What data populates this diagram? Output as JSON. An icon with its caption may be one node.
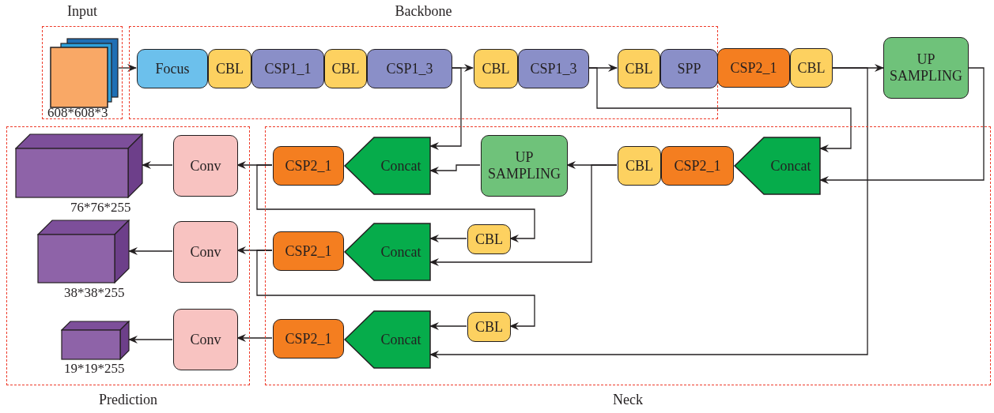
{
  "diagram": {
    "nodes": [
      {
        "text": [
          "Input"
        ]
      },
      {
        "text": [],
        "shape": "box",
        "in": 0,
        "beside": [
          "608*608*3"
        ]
      },
      {
        "text": [
          "Backbone"
        ]
      },
      {
        "text": [
          "Focus"
        ],
        "in": 2
      },
      {
        "text": [
          "CBL"
        ],
        "in": 2
      },
      {
        "text": [
          "CSP1_1"
        ],
        "in": 2
      },
      {
        "text": [
          "CBL"
        ],
        "in": 2
      },
      {
        "text": [
          "CSP1_3"
        ],
        "in": 2
      },
      {
        "text": [
          "CBL"
        ],
        "in": 2
      },
      {
        "text": [
          "CSP1_3"
        ],
        "in": 2
      },
      {
        "text": [
          "CBL"
        ],
        "in": 2
      },
      {
        "text": [
          "SPP"
        ],
        "in": 2
      },
      {
        "text": [
          "CSP2_1"
        ]
      },
      {
        "text": [
          "CBL"
        ]
      },
      {
        "text": [
          "UP SAMPLING"
        ]
      },
      {
        "text": [
          "Prediction"
        ]
      },
      {
        "text": [],
        "shape": "box",
        "in": 15,
        "beside": [
          "76*76*255"
        ]
      },
      {
        "text": [
          "Conv"
        ],
        "in": 15
      },
      {
        "text": [],
        "shape": "box",
        "in": 15,
        "beside": [
          "38*38*255"
        ]
      },
      {
        "text": [
          "Conv"
        ],
        "in": 15
      },
      {
        "text": [],
        "shape": "box",
        "in": 15,
        "beside": [
          "19*19*255"
        ]
      },
      {
        "text": [
          "Conv"
        ],
        "in": 15
      },
      {
        "text": [
          "Neck"
        ]
      },
      {
        "text": [
          "CSP2_1"
        ],
        "in": 22
      },
      {
        "text": [
          "Concat"
        ],
        "in": 22
      },
      {
        "text": [
          "UP SAMPLING"
        ],
        "in": 22
      },
      {
        "text": [
          "CBL"
        ],
        "in": 22
      },
      {
        "text": [
          "CSP2_1"
        ],
        "in": 22
      },
      {
        "text": [
          "Concat"
        ],
        "in": 22
      },
      {
        "text": [
          "CSP2_1"
        ],
        "in": 22
      },
      {
        "text": [
          "Concat"
        ],
        "in": 22
      },
      {
        "text": [
          "CBL"
        ],
        "in": 22
      },
      {
        "text": [
          "CSP2_1"
        ],
        "in": 22
      },
      {
        "text": [
          "Concat"
        ],
        "in": 22
      },
      {
        "text": [
          "CBL"
        ],
        "in": 22
      }
    ],
    "edges": [
      {
        "from": 1,
        "to": 3,
        "arrow": "to"
      },
      {
        "from": 7,
        "to": 8,
        "arrow": "to"
      },
      {
        "from": 9,
        "to": 10,
        "arrow": "to"
      },
      {
        "from": 13,
        "to": 14,
        "arrow": "to"
      },
      {
        "from": 7,
        "to": 24,
        "arrow": "to"
      },
      {
        "from": 9,
        "to": 28,
        "arrow": "to"
      },
      {
        "from": 14,
        "to": 28,
        "arrow": "to"
      },
      {
        "from": 13,
        "to": 33,
        "arrow": "to"
      },
      {
        "from": 26,
        "to": 25,
        "arrow": "to"
      },
      {
        "from": 25,
        "to": 24,
        "arrow": "to"
      },
      {
        "from": 26,
        "to": 30,
        "arrow": "to"
      },
      {
        "from": 23,
        "to": 17,
        "arrow": "to"
      },
      {
        "from": 23,
        "to": 31,
        "arrow": "to"
      },
      {
        "from": 31,
        "to": 30,
        "arrow": "to"
      },
      {
        "from": 29,
        "to": 19,
        "arrow": "to"
      },
      {
        "from": 29,
        "to": 34,
        "arrow": "to"
      },
      {
        "from": 34,
        "to": 33,
        "arrow": "to"
      },
      {
        "from": 32,
        "to": 21,
        "arrow": "to"
      },
      {
        "from": 17,
        "to": 16,
        "arrow": "to"
      },
      {
        "from": 19,
        "to": 18,
        "arrow": "to"
      },
      {
        "from": 21,
        "to": 20,
        "arrow": "to"
      }
    ]
  }
}
